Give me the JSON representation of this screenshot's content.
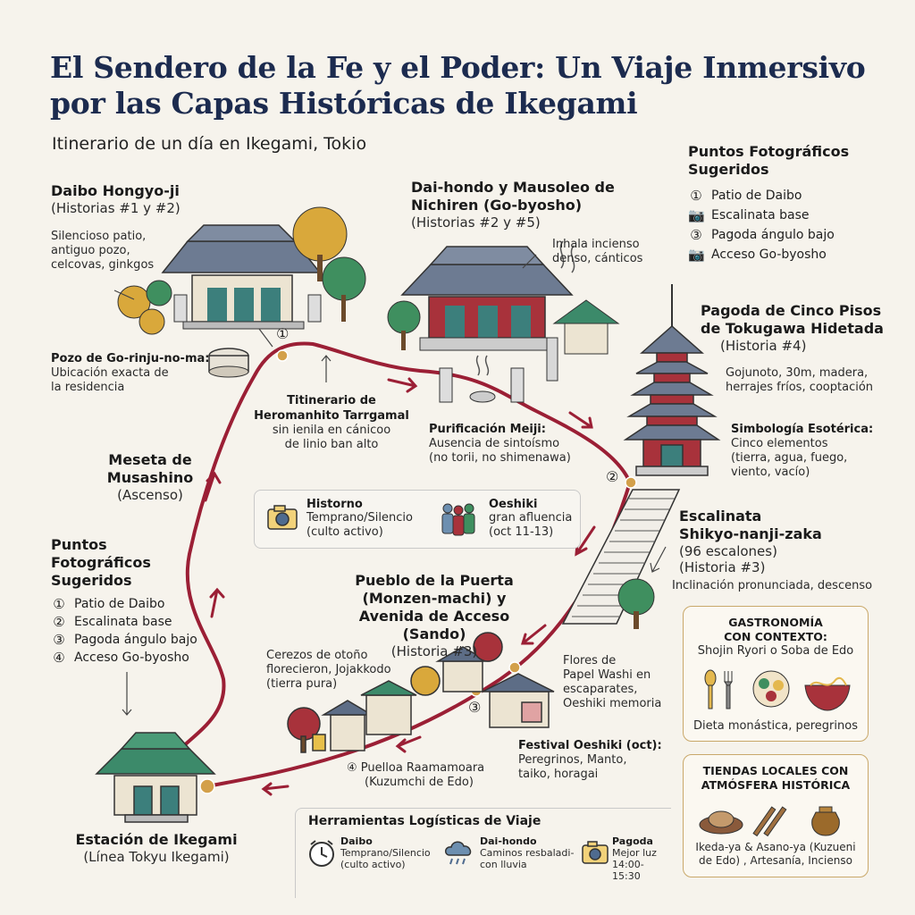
{
  "header": {
    "title_line1": "El Sendero de la Fe y el Poder: Un Viaje Inmersivo",
    "title_line2": "por las Capas Históricas de Ikegami",
    "subtitle": "Itinerario de un día en Ikegami, Tokio"
  },
  "photo_points_right": {
    "title_line1": "Puntos Fotográficos",
    "title_line2": "Sugeridos",
    "items": [
      {
        "marker": "①",
        "label": "Patio de Daibo"
      },
      {
        "marker": "📷",
        "label": "Escalinata base"
      },
      {
        "marker": "③",
        "label": "Pagoda ángulo bajo"
      },
      {
        "marker": "📷",
        "label": "Acceso Go-byosho"
      }
    ]
  },
  "daibo": {
    "title": "Daibo Hongyo-ji",
    "subtitle": "(Historias #1 y #2)",
    "desc": [
      "Silencioso patio,",
      "antiguo pozo,",
      "celcovas, ginkgos"
    ]
  },
  "well": {
    "title": "Pozo de Go-rinju-no-ma:",
    "desc": [
      "Ubicación exacta de",
      "la residencia"
    ]
  },
  "daihondo": {
    "title_line1": "Dai-hondo y Mausoleo de",
    "title_line2": "Nichiren (Go-byosho)",
    "subtitle": "(Historias #2 y #5)",
    "desc": [
      "Inhala incienso",
      "denso, cánticos"
    ]
  },
  "itinerary_note": {
    "title_line1": "Titinerario de",
    "title_line2": "Heromanhito Tarrgamal",
    "desc": [
      "sin ienila en cánicoo",
      "de linio ban alto"
    ]
  },
  "purification": {
    "title": "Purificación Meiji:",
    "desc": [
      "Ausencia de sintoísmo",
      "(no torii, no shimenawa)"
    ]
  },
  "pagoda": {
    "title_line1": "Pagoda de Cinco Pisos",
    "title_line2": "de Tokugawa Hidetada",
    "subtitle": "(Historia #4)",
    "desc": [
      "Gojunoto, 30m, madera,",
      "herrajes fríos, cooptación"
    ],
    "symbol_title": "Simbología Esotérica:",
    "symbol_desc": [
      "Cinco elementos",
      "(tierra, agua, fuego,",
      "viento, vacío)"
    ]
  },
  "meseta": {
    "title_line1": "Meseta de",
    "title_line2": "Musashino",
    "subtitle": "(Ascenso)"
  },
  "info_box": {
    "left_title": "Historno",
    "left_desc": [
      "Temprano/Silencio",
      "(culto activo)"
    ],
    "right_title": "Oeshiki",
    "right_desc": [
      "gran afluencia",
      "(oct 11-13)"
    ]
  },
  "stairs": {
    "title_line1": "Escalinata",
    "title_line2": "Shikyo-nanji-zaka",
    "desc": [
      "(96 escalones)",
      "(Historia #3)"
    ],
    "note": "Inclinación pronunciada, descenso"
  },
  "photo_points_left": {
    "title_line1": "Puntos",
    "title_line2": "Fotográficos",
    "title_line3": "Sugeridos",
    "items": [
      {
        "marker": "①",
        "label": "Patio de Daibo"
      },
      {
        "marker": "②",
        "label": "Escalinata base"
      },
      {
        "marker": "③",
        "label": "Pagoda ángulo bajo"
      },
      {
        "marker": "④",
        "label": "Acceso Go-byosho"
      }
    ]
  },
  "monzen": {
    "title_line1": "Pueblo de la Puerta",
    "title_line2": "(Monzen-machi) y",
    "title_line3": "Avenida de Acceso (Sando)",
    "subtitle": "(Historia #3)",
    "cherry": [
      "Cerezos de otoño",
      "florecieron, Jojakkodo",
      "(tierra pura)"
    ],
    "flowers": [
      "Flores de",
      "Papel Washi en",
      "escaparates,",
      "Oeshiki memoria"
    ],
    "festival_title": "Festival Oeshiki (oct):",
    "festival_desc": [
      "Peregrinos, Manto,",
      "taiko, horagai"
    ],
    "stop4_title": "Puelloa Raamamoara",
    "stop4_desc": "(Kuzumchi de Edo)"
  },
  "gastronomy": {
    "title_line1": "GASTRONOMÍA",
    "title_line2": "CON CONTEXTO:",
    "subtitle": "Shojin Ryori o Soba de Edo",
    "desc": "Dieta monástica, peregrinos"
  },
  "shops": {
    "title_line1": "TIENDAS LOCALES CON",
    "title_line2": "ATMÓSFERA HISTÓRICA",
    "desc": [
      "Ikeda-ya & Asano-ya (Kuzueni",
      "de Edo) , Artesanía, Incienso"
    ]
  },
  "station": {
    "title": "Estación de Ikegami",
    "subtitle": "(Línea Tokyu Ikegami)"
  },
  "logistics": {
    "title": "Herramientas Logísticas de Viaje",
    "items": [
      {
        "title": "Daibo",
        "desc": [
          "Temprano/Silencio",
          "(culto activo)"
        ]
      },
      {
        "title": "Dai-hondo",
        "desc": [
          "Caminos resbaladi-",
          "con lluvia"
        ]
      },
      {
        "title": "Pagoda",
        "desc": [
          "Mejor luz",
          "14:00-15:30"
        ]
      }
    ]
  },
  "markers": {
    "m1": "①",
    "m2": "②",
    "m3": "③",
    "m4": "④"
  },
  "colors": {
    "route": "#9b1f35",
    "navy": "#1c2b4f",
    "temple_red": "#a8323b",
    "roof": "#5d6d86",
    "green": "#3f8f5f",
    "gold": "#c9a86a"
  }
}
